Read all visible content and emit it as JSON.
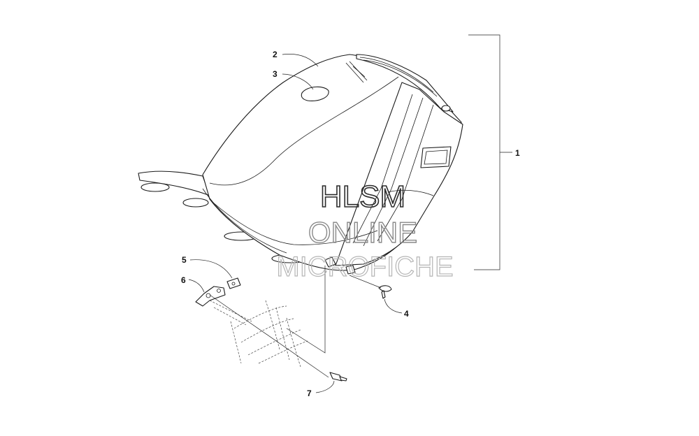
{
  "callouts": {
    "c1": "1",
    "c2": "2",
    "c3": "3",
    "c4": "4",
    "c5": "5",
    "c6": "6",
    "c7": "7"
  },
  "watermark": {
    "line1": "HLSM",
    "line2": "ONLINE",
    "line3": "MICROFICHE"
  },
  "colors": {
    "line": "#1a1a1a",
    "watermark_dark": "#2b2b2b",
    "watermark_light": "#b5b5b5"
  }
}
